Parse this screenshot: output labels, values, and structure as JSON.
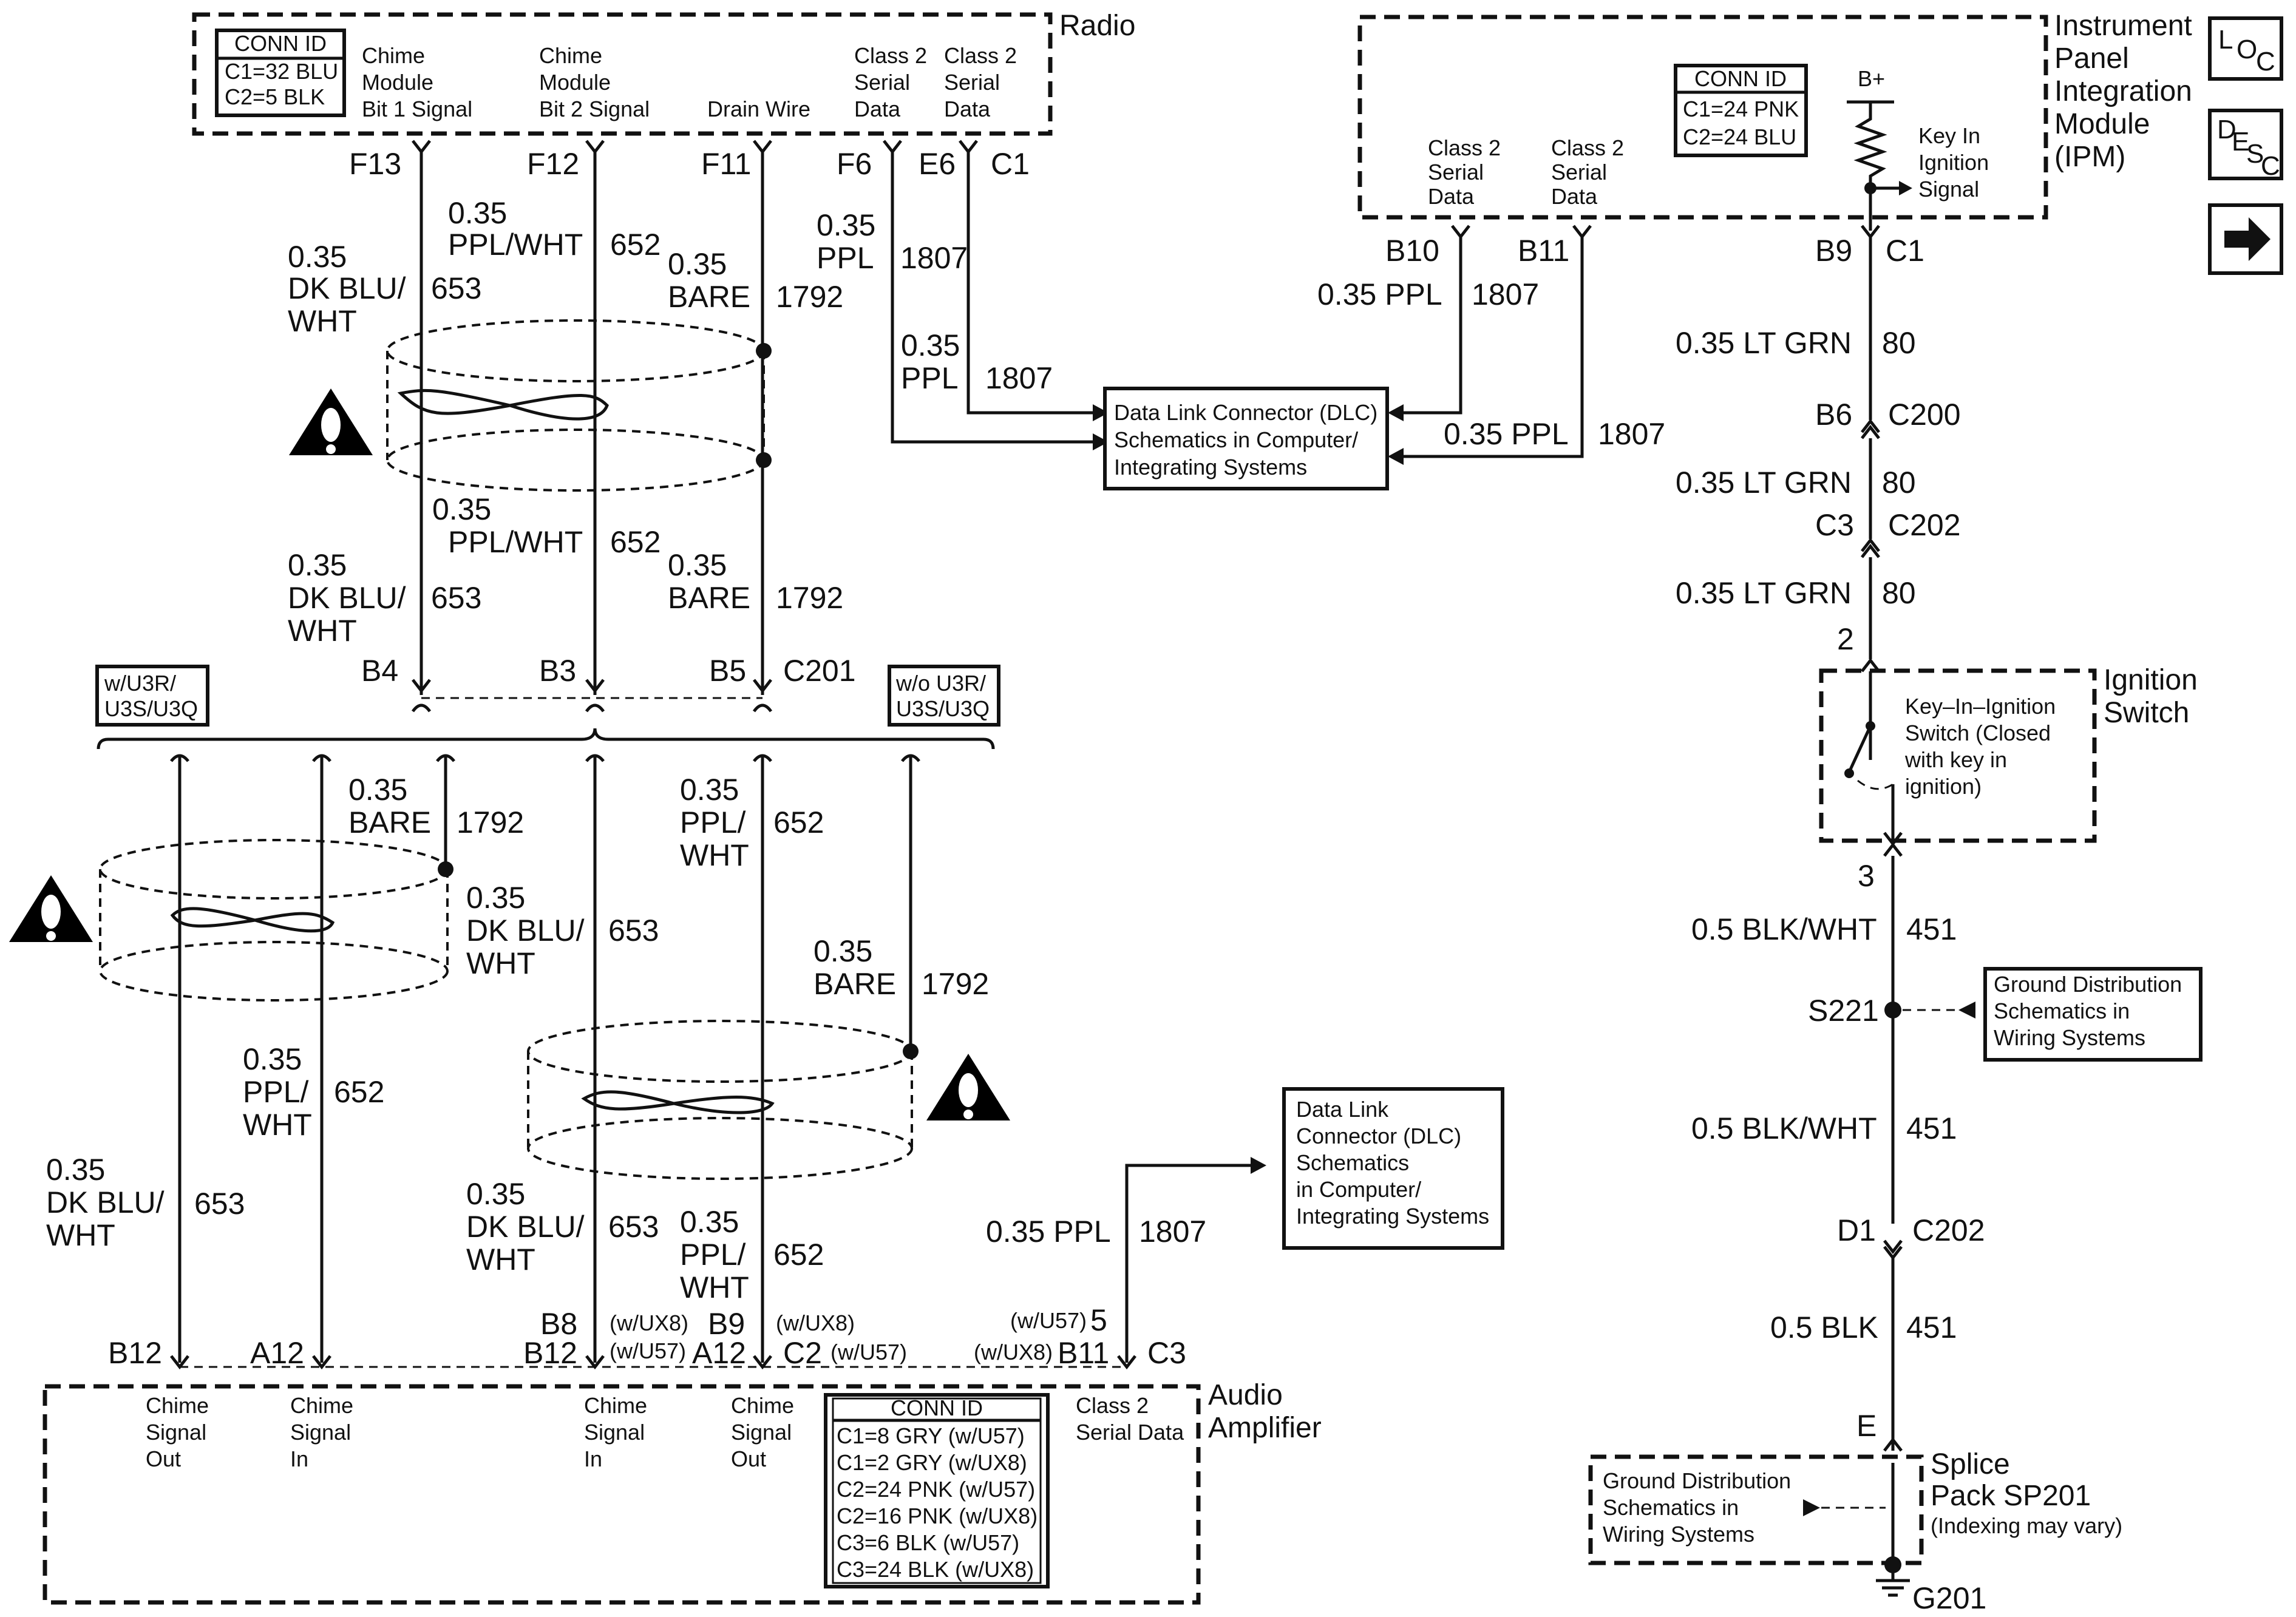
{
  "radio": {
    "title": "Radio",
    "conn_id_title": "CONN ID",
    "conn_id_lines": [
      "C1=32 BLU",
      "C2=5 BLK"
    ],
    "pins": [
      {
        "label_lines": [
          "Chime",
          "Module",
          "Bit 1 Signal"
        ],
        "pin": "F13"
      },
      {
        "label_lines": [
          "Chime",
          "Module",
          "Bit 2 Signal"
        ],
        "pin": "F12"
      },
      {
        "label_lines": [
          "Drain Wire"
        ],
        "pin": "F11"
      },
      {
        "label_lines": [
          "Class 2",
          "Serial",
          "Data"
        ],
        "pin": "F6"
      },
      {
        "label_lines": [
          "Class 2",
          "Serial",
          "Data"
        ],
        "pin": "E6"
      },
      {
        "label_lines": [],
        "pin": "C1"
      }
    ]
  },
  "ipm": {
    "title_lines": [
      "Instrument",
      "Panel",
      "Integration",
      "Module",
      "(IPM)"
    ],
    "conn_id_title": "CONN ID",
    "conn_id_lines": [
      "C1=24 PNK",
      "C2=24 BLU"
    ],
    "bplus": "B+",
    "key_in_lines": [
      "Key In",
      "Ignition",
      "Signal"
    ],
    "left_label_lines": [
      "Class 2",
      "Serial",
      "Data"
    ],
    "right_label_lines": [
      "Class 2",
      "Serial",
      "Data"
    ],
    "pin_b10": "B10",
    "pin_b11": "B11",
    "pin_b9": "B9",
    "pin_c1": "C1"
  },
  "nav_buttons": {
    "loc": [
      "L",
      "O",
      "C"
    ],
    "desc": [
      "D",
      "E",
      "S",
      "C"
    ],
    "next_icon": "right-arrow-icon"
  },
  "upper_wires": {
    "w653_size": "0.35",
    "w653_color_1": "DK BLU/",
    "w653_color_2": "WHT",
    "w653_num": "653",
    "w652_size": "0.35",
    "w652_color": "PPL/WHT",
    "w652_num": "652",
    "w1792_size": "0.35",
    "w1792_color": "BARE",
    "w1792_num": "1792",
    "w1807a_size": "0.35",
    "w1807a_color": "PPL",
    "w1807a_num": "1807",
    "w1807b_size": "0.35",
    "w1807b_color": "PPL",
    "w1807b_num": "1807"
  },
  "c201": {
    "name": "C201",
    "pin_b4": "B4",
    "pin_b3": "B3",
    "pin_b5": "B5",
    "option_left": [
      "w/U3R/",
      "U3S/U3Q"
    ],
    "option_right": [
      "w/o U3R/",
      "U3S/U3Q"
    ]
  },
  "dlc_top": {
    "lines": [
      "Data Link Connector (DLC)",
      "Schematics in Computer/",
      "Integrating Systems"
    ]
  },
  "dlc_bottom": {
    "lines": [
      "Data Link",
      "Connector (DLC)",
      "Schematics",
      "in Computer/",
      "Integrating Systems"
    ]
  },
  "ipm_wires": {
    "left_label": "0.35 PPL",
    "left_num": "1807",
    "right_label": "0.35 PPL",
    "right_num": "1807"
  },
  "ignition_path": {
    "w80a": "0.35 LT GRN",
    "w80a_num": "80",
    "c200_pin": "B6",
    "c200_name": "C200",
    "w80b": "0.35 LT GRN",
    "w80b_num": "80",
    "c202_pin": "C3",
    "c202_name": "C202",
    "w80c": "0.35 LT GRN",
    "w80c_num": "80",
    "switch_pin_top": "2",
    "switch_title": [
      "Ignition",
      "Switch"
    ],
    "switch_desc": [
      "Key–In–Ignition",
      "Switch (Closed",
      "with key in",
      "ignition)"
    ],
    "switch_pin_bottom": "3",
    "w451a": "0.5 BLK/WHT",
    "w451a_num": "451",
    "splice": "S221",
    "ground_ref": [
      "Ground Distribution",
      "Schematics in",
      "Wiring Systems"
    ],
    "w451b": "0.5 BLK/WHT",
    "w451b_num": "451",
    "c202b_pin": "D1",
    "c202b_name": "C202",
    "w451c": "0.5 BLK",
    "w451c_num": "451",
    "pack_pin": "E",
    "pack_title": [
      "Splice",
      "Pack SP201"
    ],
    "pack_note": "(Indexing may vary)",
    "pack_ground_ref": [
      "Ground Distribution",
      "Schematics in",
      "Wiring Systems"
    ],
    "ground": "G201"
  },
  "lower_wires": {
    "l1792_size": "0.35",
    "l1792_color": "BARE",
    "l1792_num": "1792",
    "l652_size": "0.35",
    "l652_color_1": "PPL/",
    "l652_color_2": "WHT",
    "l652_num": "652",
    "l653_size": "0.35",
    "l653_color_1": "DK BLU/",
    "l653_color_2": "WHT",
    "l653_num": "653",
    "r1792_size": "0.35",
    "r1792_color": "BARE",
    "r1792_num": "1792",
    "lp652_size": "0.35",
    "lp652_color_1": "PPL/",
    "lp652_color_2": "WHT",
    "lp652_num": "652",
    "ll653_size": "0.35",
    "ll653_color_1": "DK BLU/",
    "ll653_color_2": "WHT",
    "ll653_num": "653",
    "b653_size": "0.35",
    "b653_color_1": "DK BLU/",
    "b653_color_2": "WHT",
    "b653_num": "653",
    "b652_size": "0.35",
    "b652_color_1": "PPL/",
    "b652_color_2": "WHT",
    "b652_num": "652",
    "amp1807": "0.35 PPL",
    "amp1807_num": "1807"
  },
  "amp": {
    "title_lines": [
      "Audio",
      "Amplifier"
    ],
    "pin_b12a": "B12",
    "pin_a12a": "A12",
    "pin_b8": "B8",
    "pin_b12b": "B12",
    "opt_ux8_a": "(w/UX8)",
    "opt_u57_a": "(w/U57)",
    "pin_b9": "B9",
    "pin_a12b": "A12",
    "opt_ux8_b": "(w/UX8)",
    "pin_c2": "C2",
    "opt_u57_b": "(w/U57)",
    "opt_u57_c": "(w/U57)",
    "pin_5": "5",
    "opt_ux8_c": "(w/UX8)",
    "pin_b11": "B11",
    "pin_c3": "C3",
    "labels": [
      [
        "Chime",
        "Signal",
        "Out"
      ],
      [
        "Chime",
        "Signal",
        "In"
      ],
      [
        "Chime",
        "Signal",
        "In"
      ],
      [
        "Chime",
        "Signal",
        "Out"
      ],
      [
        "Class 2",
        "Serial Data"
      ]
    ],
    "conn_id_title": "CONN ID",
    "conn_id_lines": [
      "C1=8 GRY (w/U57)",
      "C1=2 GRY (w/UX8)",
      "C2=24 PNK (w/U57)",
      "C2=16 PNK (w/UX8)",
      "C3=6 BLK (w/U57)",
      "C3=24 BLK (w/UX8)"
    ]
  }
}
